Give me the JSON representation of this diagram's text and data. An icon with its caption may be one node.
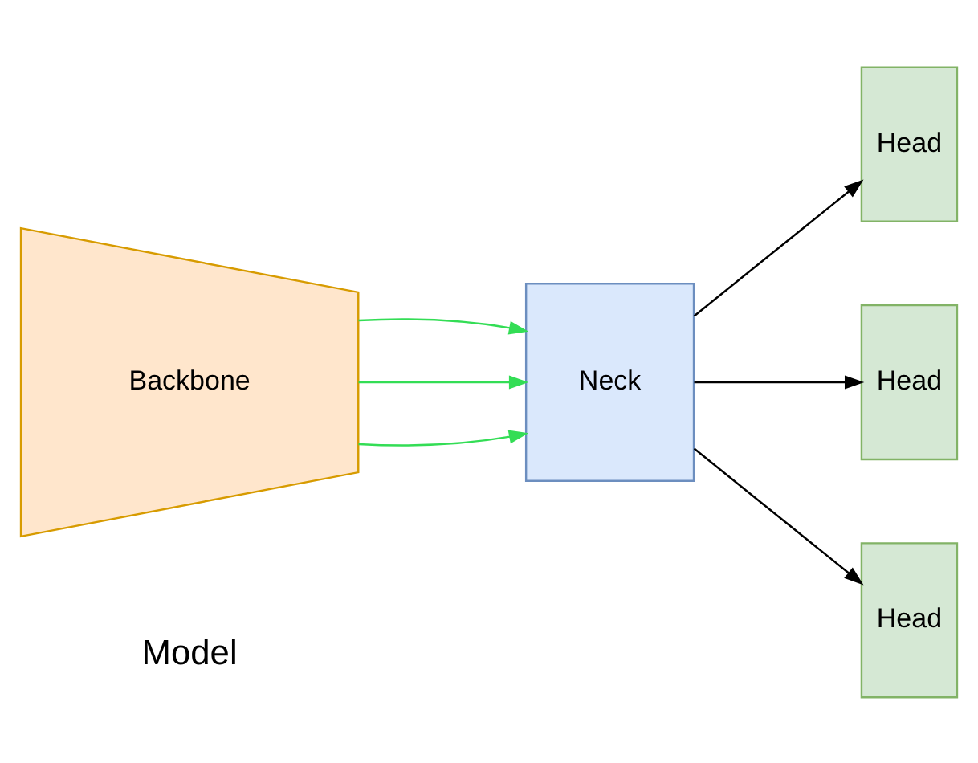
{
  "diagram": {
    "nodes": [
      {
        "text": [
          "Backbone"
        ]
      },
      {
        "text": [
          "Neck"
        ]
      },
      {
        "text": [
          "Head"
        ]
      },
      {
        "text": [
          "Head"
        ]
      },
      {
        "text": [
          "Head"
        ]
      }
    ],
    "edges": [
      {
        "from": 0,
        "to": 1,
        "arrow": "to",
        "color": "#33dd55"
      },
      {
        "from": 0,
        "to": 1,
        "arrow": "to",
        "color": "#33dd55"
      },
      {
        "from": 0,
        "to": 1,
        "arrow": "to",
        "color": "#33dd55"
      },
      {
        "from": 1,
        "to": 2,
        "arrow": "to",
        "color": "#000000"
      },
      {
        "from": 1,
        "to": 3,
        "arrow": "to",
        "color": "#000000"
      },
      {
        "from": 1,
        "to": 4,
        "arrow": "to",
        "color": "#000000"
      }
    ],
    "labels": [
      "Model"
    ]
  }
}
